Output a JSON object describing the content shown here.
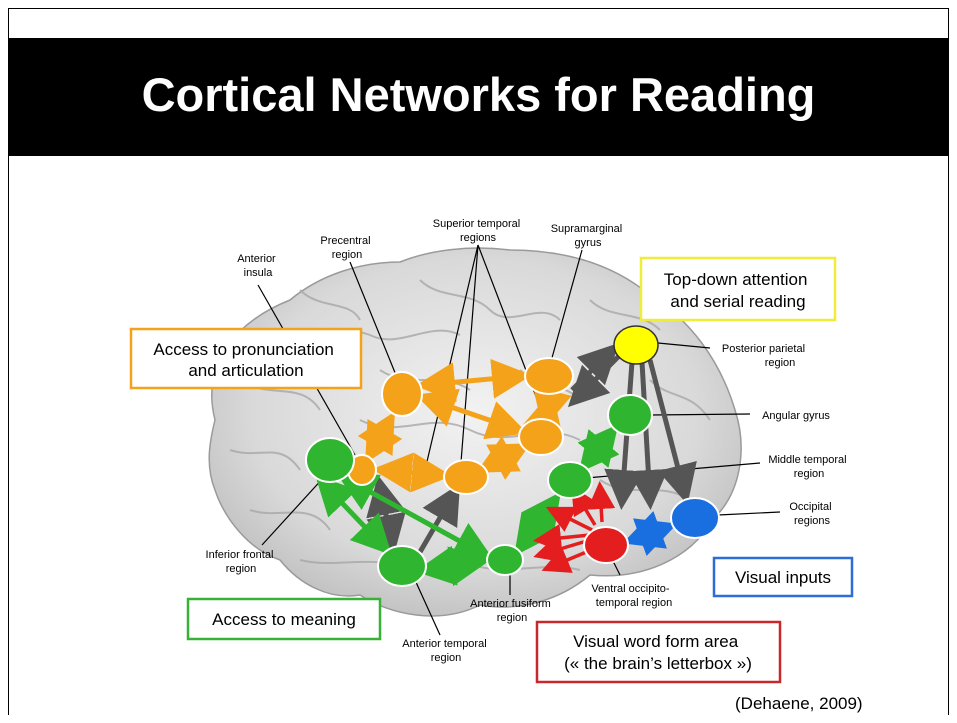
{
  "slide": {
    "title": "Cortical Networks for Reading",
    "citation": "(Dehaene, 2009)"
  },
  "diagram": {
    "region_labels": {
      "anterior_insula": [
        "Anterior",
        "insula"
      ],
      "precentral": [
        "Precentral",
        "region"
      ],
      "superior_temporal": [
        "Superior temporal",
        "regions"
      ],
      "supramarginal": [
        "Supramarginal",
        "gyrus"
      ],
      "posterior_parietal": [
        "Posterior parietal",
        "region"
      ],
      "angular_gyrus": [
        "Angular gyrus"
      ],
      "middle_temporal": [
        "Middle temporal",
        "region"
      ],
      "occipital": [
        "Occipital",
        "regions"
      ],
      "inferior_frontal": [
        "Inferior frontal",
        "region"
      ],
      "anterior_fusiform": [
        "Anterior fusiform",
        "region"
      ],
      "ventral_occipito_temporal": [
        "Ventral occipito-",
        "temporal region"
      ],
      "anterior_temporal": [
        "Anterior temporal",
        "region"
      ]
    },
    "boxes": {
      "pronunciation": [
        "Access to pronunciation",
        "and articulation"
      ],
      "top_down": [
        "Top-down attention",
        "and serial reading"
      ],
      "meaning": [
        "Access to meaning"
      ],
      "visual_inputs": [
        "Visual inputs"
      ],
      "word_form": [
        "Visual word form area",
        "(« the brain’s letterbox »)"
      ]
    },
    "colors": {
      "orange": "#f5a21b",
      "green": "#2fb52f",
      "red": "#e41e1e",
      "blue": "#1a6fe0",
      "yellow": "#ffff00",
      "gray_arrow": "#555555",
      "box_orange": "#f5a21b",
      "box_yellow": "#f0ec3a",
      "box_green": "#36b336",
      "box_blue": "#2b6fd6",
      "box_red": "#c8282a"
    }
  }
}
